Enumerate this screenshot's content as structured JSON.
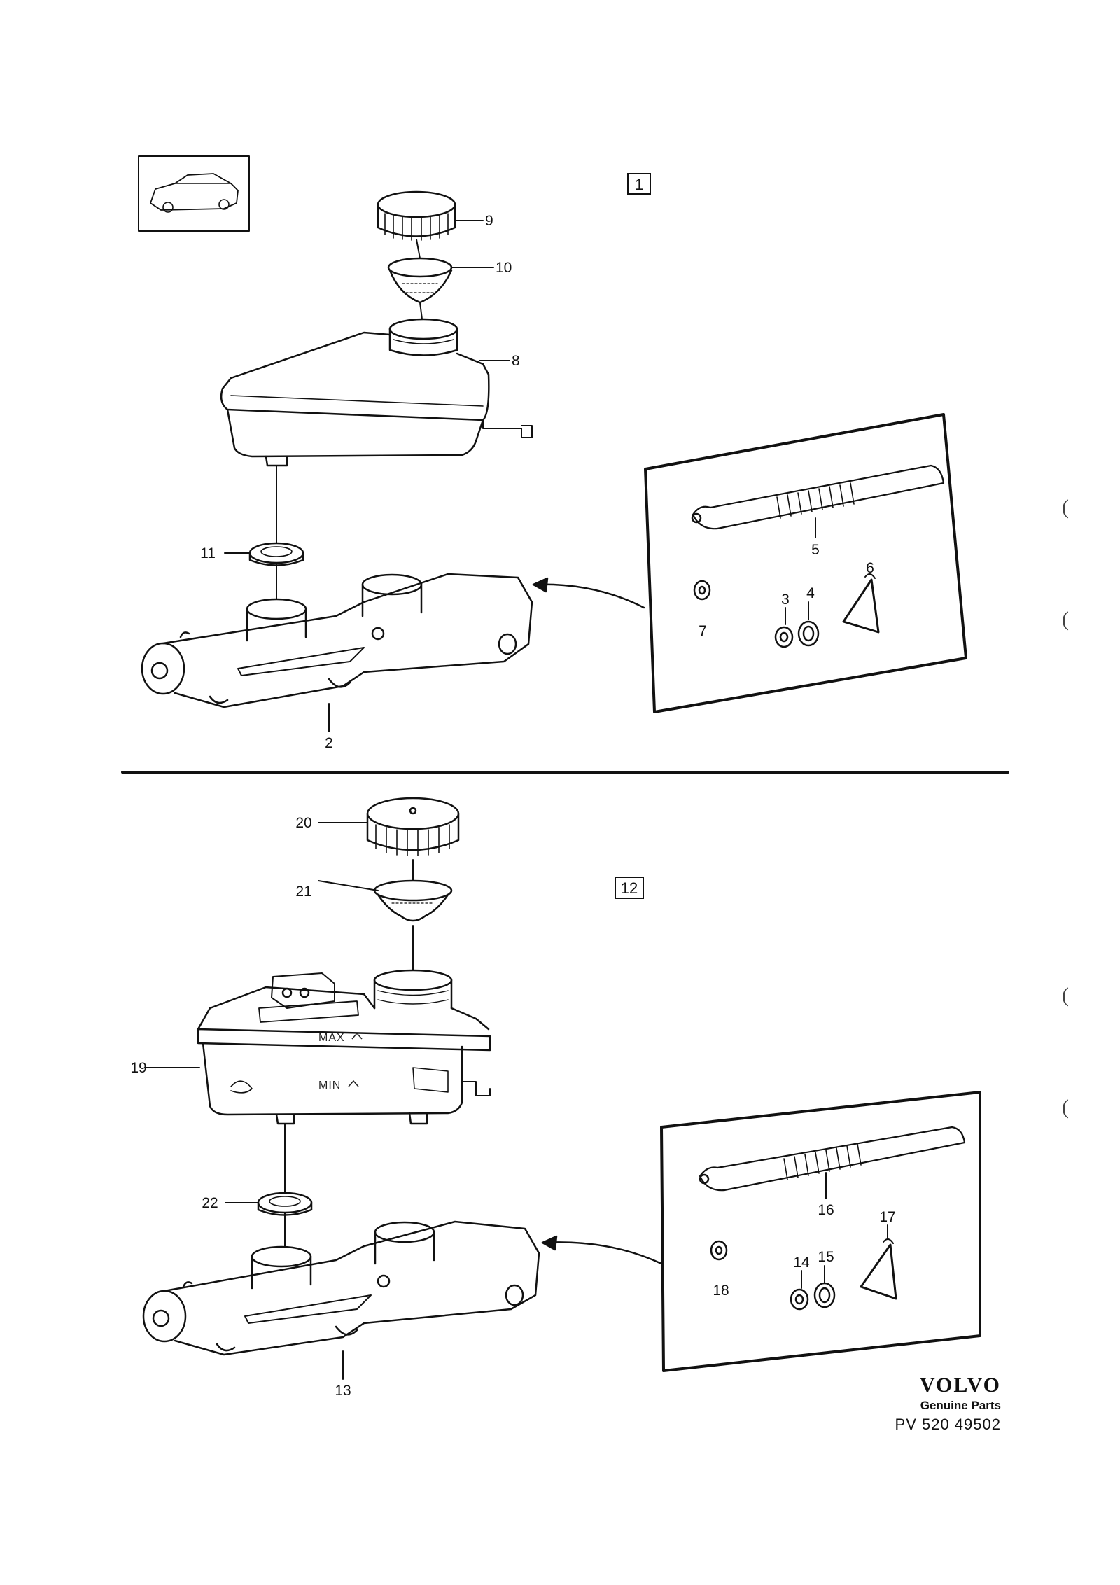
{
  "diagram": {
    "section_a": {
      "box_label": "1",
      "callouts": [
        "9",
        "10",
        "8",
        "11",
        "2",
        "5",
        "6",
        "7",
        "3",
        "4"
      ]
    },
    "section_b": {
      "box_label": "12",
      "callouts": [
        "20",
        "21",
        "19",
        "22",
        "13",
        "16",
        "17",
        "18",
        "14",
        "15"
      ],
      "embossed_max": "MAX",
      "embossed_min": "MIN"
    }
  },
  "brand": {
    "logo": "VOLVO",
    "tagline": "Genuine Parts",
    "part_number": "PV 520 49502"
  },
  "margin_marks": [
    "(",
    "(",
    "(",
    "("
  ]
}
